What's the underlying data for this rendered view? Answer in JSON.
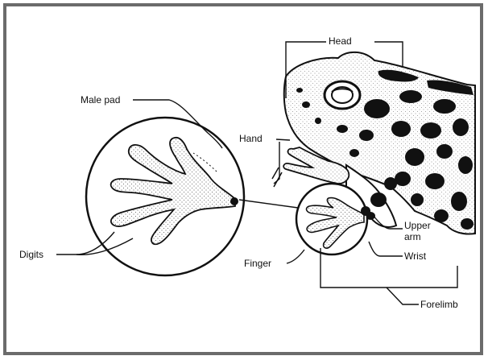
{
  "labels": {
    "head": "Head",
    "male_pad": "Male pad",
    "hand": "Hand",
    "digits": "Digits",
    "finger": "Finger",
    "upper_arm": "Upper\narm",
    "wrist": "Wrist",
    "forelimb": "Forelimb"
  },
  "colors": {
    "frame": "#6b6b6b",
    "ink": "#111111"
  }
}
